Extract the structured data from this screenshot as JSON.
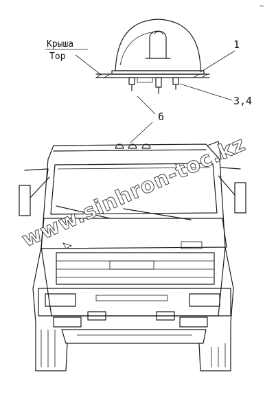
{
  "labels": {
    "roof_ru": "Крыша",
    "roof_en": "Top",
    "callout_1": "1",
    "callout_34": "3,4",
    "callout_6": "6",
    "corner_mark": "~"
  },
  "watermark": "www.sinhron-toc.kz",
  "colors": {
    "ink": "#1a1a1a",
    "paper": "#ffffff"
  }
}
